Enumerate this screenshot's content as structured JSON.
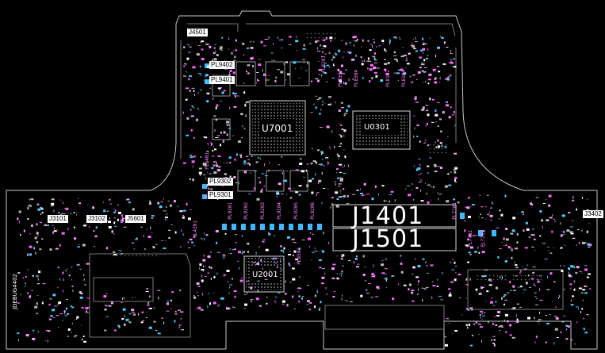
{
  "chips": {
    "u7001": "U7001",
    "u0301": "U0301",
    "u2001": "U2001"
  },
  "connectors_large": {
    "j1401": "J1401",
    "j1501": "J1501"
  },
  "connectors": {
    "j4501": "J4501",
    "j3101": "J3101",
    "j3102": "J3102",
    "j5601": "J5601",
    "j3402": "J3402",
    "jdebug": "JDEBUG4402"
  },
  "pl_labels": {
    "pl9402": "PL9402",
    "pl9401": "PL9401",
    "pl9302": "PL9302",
    "pl9301": "PL9301"
  },
  "vertical_labels": [
    "PL9201",
    "PL9202",
    "PL9203",
    "PL9204",
    "PL9205",
    "PL9206",
    "PL8302",
    "PL8304",
    "PL8102",
    "PL8104",
    "PL8501",
    "PL7702",
    "PL7701",
    "PL4301",
    "PL8401",
    "PL8201",
    "PL7101"
  ],
  "colors": {
    "outline": "#c8c8c8",
    "pink": "#ff66ff",
    "cyan": "#4ecbff",
    "label_bg": "#ffffff"
  }
}
